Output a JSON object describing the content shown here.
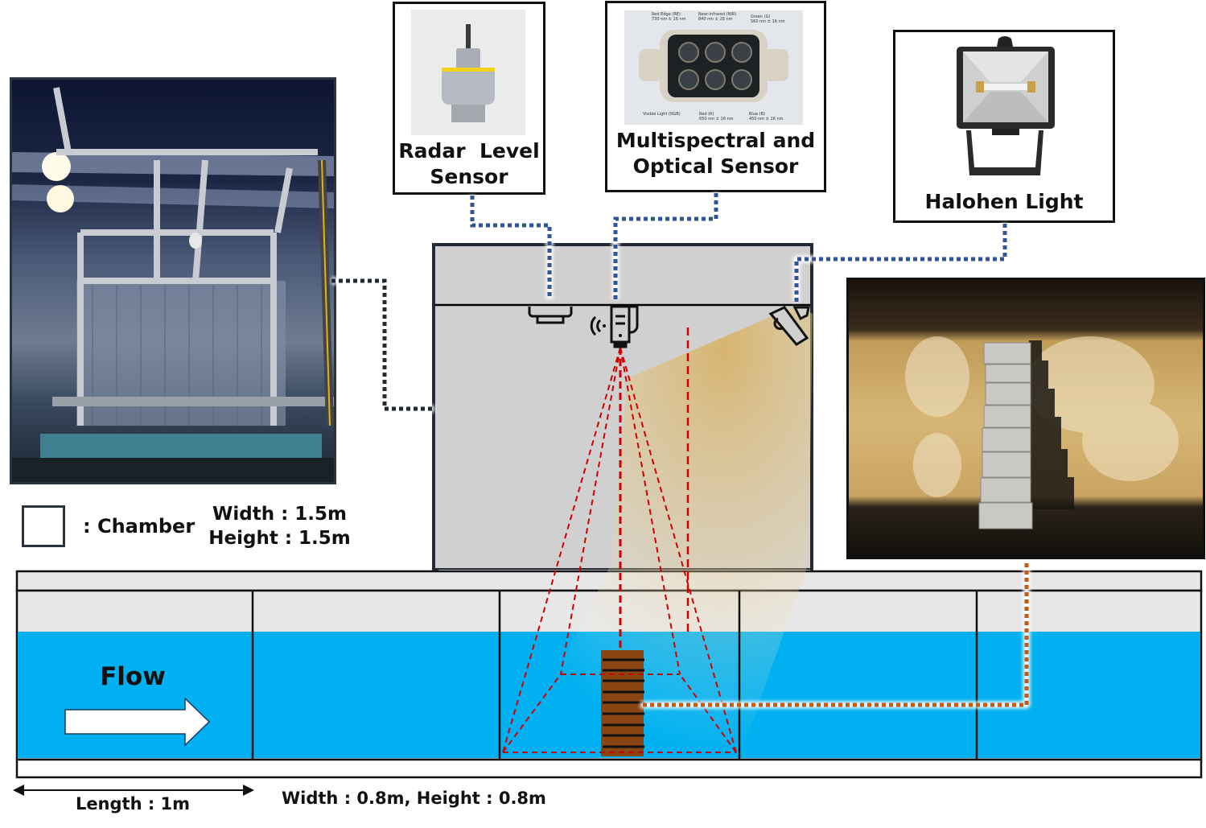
{
  "sensors": {
    "radar": {
      "label_line1": "Radar  Level",
      "label_line2": "Sensor",
      "icon": "radar-sensor-icon"
    },
    "multispectral": {
      "label_line1": "Multispectral and",
      "label_line2": "Optical Sensor",
      "photo_bands": {
        "top_left": {
          "name": "Red Edge (RE)",
          "spec": "730 nm ± 16 nm"
        },
        "top_mid": {
          "name": "Near-Infrared (NIR)",
          "spec": "840 nm ± 26 nm"
        },
        "top_right": {
          "name": "Green (G)",
          "spec": "560 nm ± 16 nm"
        },
        "bottom_left": {
          "name": "Visible Light (RGB)",
          "spec": ""
        },
        "bottom_mid": {
          "name": "Red (R)",
          "spec": "650 nm ± 16 nm"
        },
        "bottom_right": {
          "name": "Blue (B)",
          "spec": "450 nm ± 16 nm"
        }
      }
    },
    "halogen": {
      "label": "Halohen Light",
      "icon": "floodlight-icon"
    }
  },
  "legend": {
    "chamber_label": ": Chamber",
    "chamber_width": "Width : 1.5m",
    "chamber_height": "Height : 1.5m"
  },
  "channel": {
    "flow_label": "Flow",
    "length_label": "Length : 1m",
    "dimension_label": "Width : 0.8m, Height : 0.8m"
  },
  "colors": {
    "water": "#00b0f0",
    "chamber_fill": "#d0d0d0",
    "chamber_border": "#222a35",
    "connector_blue": "#2f5597",
    "connector_orange": "#c55a11",
    "fov_red": "#d00000",
    "staff_gauge": "#8b4513"
  }
}
